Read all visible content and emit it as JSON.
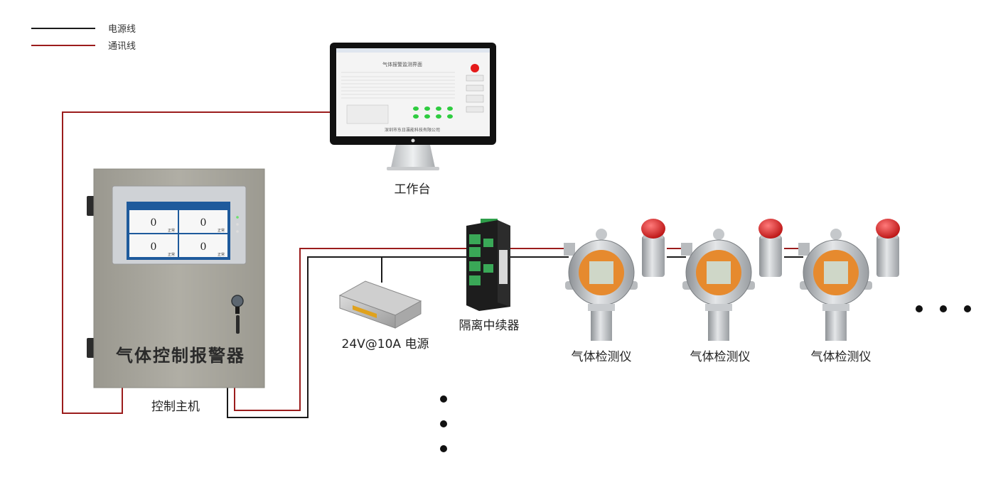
{
  "legend": {
    "power_line": {
      "label": "电源线",
      "color": "#1a1a1a"
    },
    "comm_line": {
      "label": "通讯线",
      "color": "#9b1c1c"
    }
  },
  "workstation": {
    "label": "工作台",
    "screen": {
      "title": "气体报警监测界面",
      "footer": "深圳市东日瀛能科技有限公司"
    }
  },
  "controller": {
    "label": "控制主机",
    "panel_title": "气体控制报警器",
    "hmi_cells": [
      {
        "value": "0",
        "status": "正常"
      },
      {
        "value": "0",
        "status": "正常"
      },
      {
        "value": "0",
        "status": "正常"
      },
      {
        "value": "0",
        "status": "正常"
      }
    ]
  },
  "power_supply": {
    "label": "24V@10A 电源"
  },
  "repeater": {
    "label": "隔离中续器"
  },
  "detectors": [
    {
      "label": "气体检测仪"
    },
    {
      "label": "气体检测仪"
    },
    {
      "label": "气体检测仪"
    }
  ],
  "colors": {
    "cabinet": "#a6a49b",
    "detector_orange": "#e68a2e",
    "alarm_red": "#d42020",
    "indicator_green": "#2ecc40"
  }
}
